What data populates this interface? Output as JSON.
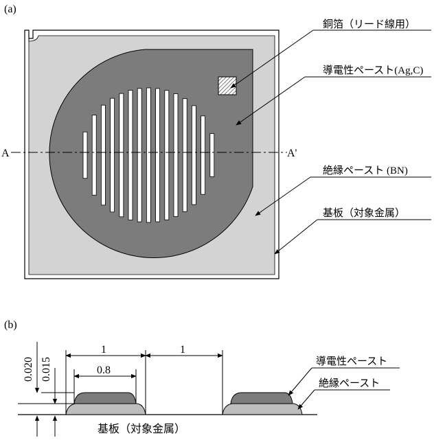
{
  "panel_a": {
    "label": "(a)",
    "section_left": "A",
    "section_right": "A'",
    "callouts": {
      "copper_foil": "銅箔（リード線用）",
      "conductive_paste": "導電性ペースト(Ag,C)",
      "insulating_paste": "絶縁ペースト (BN)",
      "substrate": "基板（対象金属）"
    },
    "slot_count": 15
  },
  "panel_b": {
    "label": "(b)",
    "dims": {
      "pitch_width": "1",
      "gap_width": "1",
      "inner_width": "0.8",
      "total_height": "0.020",
      "insulator_height": "0.015"
    },
    "callouts": {
      "conductive_paste": "導電性ペースト",
      "insulating_paste": "絶縁ペースト"
    },
    "substrate_label": "基板（対象金属）"
  },
  "colors": {
    "substrate": "#d3d3d3",
    "conductive": "#7c7c7c",
    "insulator": "#bdbdbd",
    "copper_hatch": "#444444"
  }
}
